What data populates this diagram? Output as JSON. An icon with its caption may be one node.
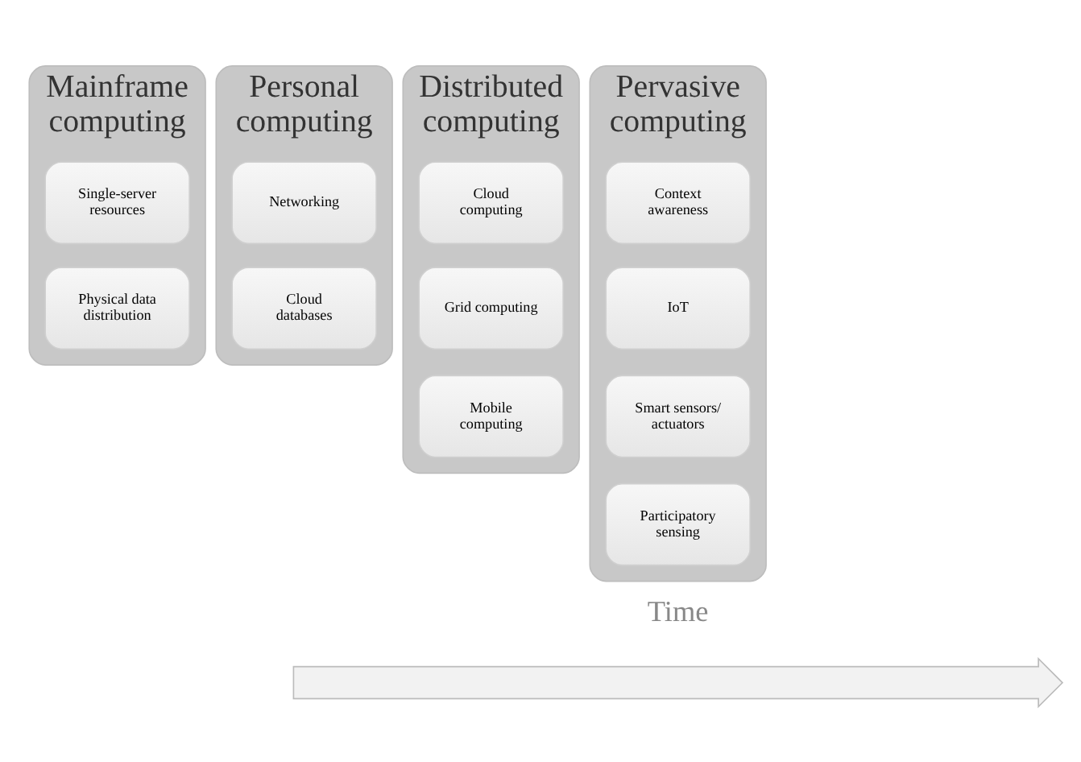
{
  "diagram": {
    "nodes": [
      {
        "text": [
          "Mainframe computing"
        ]
      },
      {
        "text": [
          "Single-server resources"
        ],
        "in": 0
      },
      {
        "text": [
          "Physical data distribution"
        ],
        "in": 0
      },
      {
        "text": [
          "Personal computing"
        ]
      },
      {
        "text": [
          "Networking"
        ],
        "in": 3
      },
      {
        "text": [
          "Cloud databases"
        ],
        "in": 3
      },
      {
        "text": [
          "Distributed computing"
        ]
      },
      {
        "text": [
          "Cloud computing"
        ],
        "in": 6
      },
      {
        "text": [
          "Grid computing"
        ],
        "in": 6
      },
      {
        "text": [
          "Mobile computing"
        ],
        "in": 6
      },
      {
        "text": [
          "Pervasive computing"
        ]
      },
      {
        "text": [
          "Context awareness"
        ],
        "in": 10
      },
      {
        "text": [
          "IoT"
        ],
        "in": 10
      },
      {
        "text": [
          "Smart sensors/actuators"
        ],
        "in": 10
      },
      {
        "text": [
          "Participatory sensing"
        ],
        "in": 10
      },
      {
        "text": [],
        "shape": "arrow"
      }
    ],
    "labels": [
      "Time"
    ]
  }
}
